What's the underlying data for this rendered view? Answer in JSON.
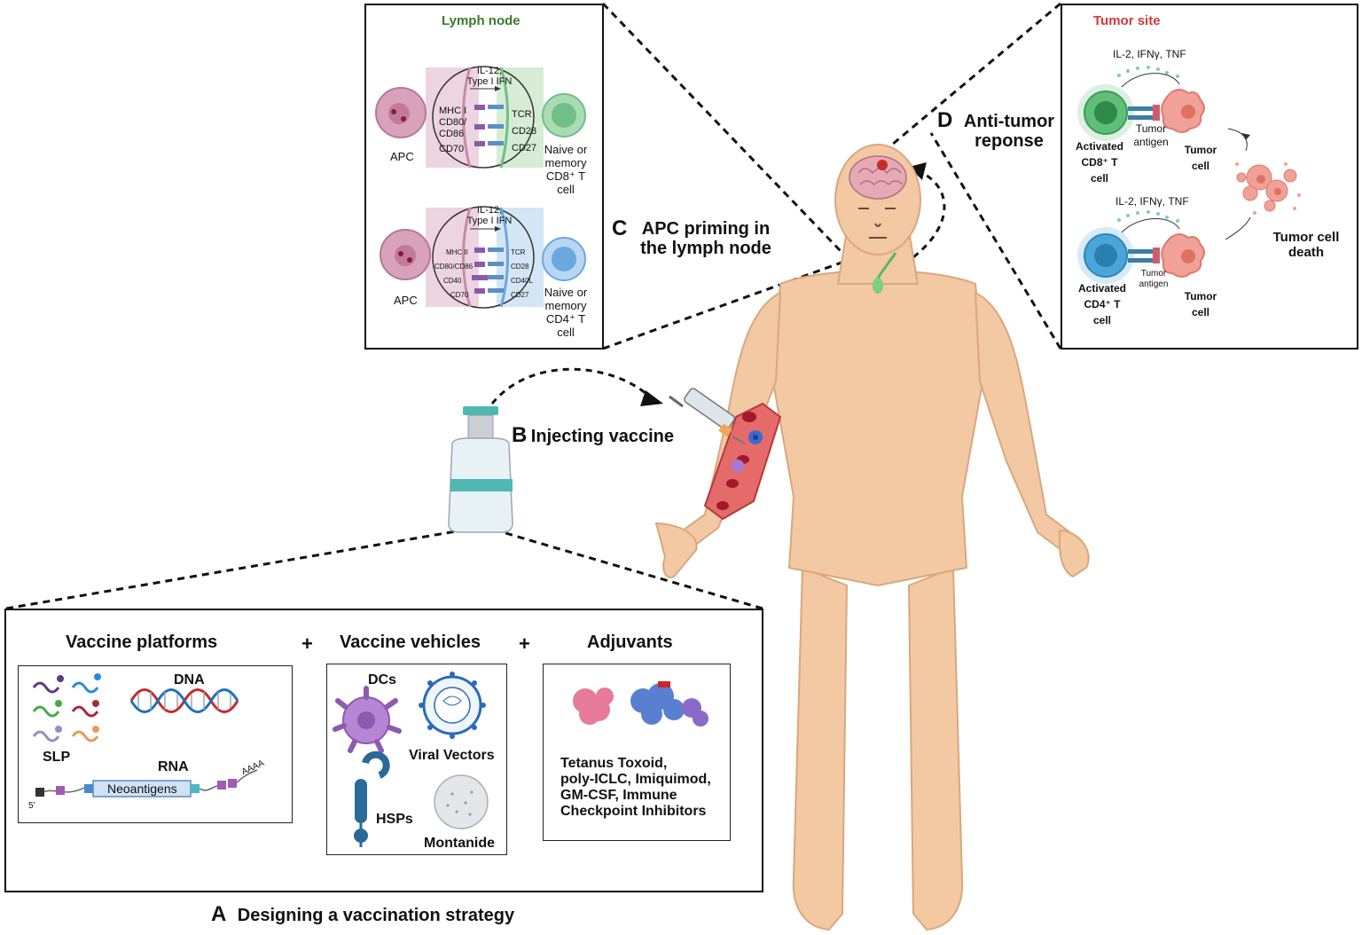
{
  "steps": {
    "a": {
      "letter": "A",
      "title": "Designing a vaccination strategy"
    },
    "b": {
      "letter": "B",
      "title": "Injecting vaccine"
    },
    "c": {
      "letter": "C",
      "title_line1": "APC priming in",
      "title_line2": "the lymph node"
    },
    "d": {
      "letter": "D",
      "title_line1": "Anti-tumor",
      "title_line2": "reponse"
    }
  },
  "lymph_node": {
    "title": "Lymph node",
    "top": {
      "apc": "APC",
      "signal": [
        "IL-12,",
        "Type I IFN"
      ],
      "left_labels": [
        "MHC I",
        "CD80/",
        "CD86",
        "CD70"
      ],
      "right_labels": [
        "TCR",
        "CD28",
        "CD27"
      ],
      "tcell": [
        "Naive or",
        "memory",
        "CD8⁺ T",
        "cell"
      ]
    },
    "bottom": {
      "apc": "APC",
      "signal": [
        "IL-12,",
        "Type I IFN"
      ],
      "left_labels": [
        "MHC II",
        "CD80/CD86",
        "CD40",
        "CD70"
      ],
      "right_labels": [
        "TCR",
        "CD28",
        "CD40L",
        "CD27"
      ],
      "tcell": [
        "Naive or",
        "memory",
        "CD4⁺ T",
        "cell"
      ]
    }
  },
  "tumor_site": {
    "title": "Tumor site",
    "top": {
      "cytokines": "IL-2, IFNγ, TNF",
      "tcell": [
        "Activated",
        "CD8⁺ T",
        "cell"
      ],
      "antigen": [
        "Tumor",
        "antigen"
      ],
      "tumor": [
        "Tumor",
        "cell"
      ]
    },
    "bottom": {
      "cytokines": "IL-2, IFNγ, TNF",
      "tcell": [
        "Activated",
        "CD4⁺ T",
        "cell"
      ],
      "antigen": [
        "Tumor",
        "antigen"
      ],
      "tumor": [
        "Tumor",
        "cell"
      ]
    },
    "death": [
      "Tumor cell",
      "death"
    ]
  },
  "strategy": {
    "plus": "+",
    "platforms": {
      "heading": "Vaccine platforms",
      "dna": "DNA",
      "slp": "SLP",
      "rna": "RNA",
      "neoantigens": "Neoantigens",
      "five_prime": "5'",
      "polya": "AAAA"
    },
    "vehicles": {
      "heading": "Vaccine vehicles",
      "dcs": "DCs",
      "viral": "Viral Vectors",
      "hsps": "HSPs",
      "montanide": "Montanide"
    },
    "adjuvants": {
      "heading": "Adjuvants",
      "list": [
        "Tetanus Toxoid,",
        "poly-ICLC, Imiquimod,",
        "GM-CSF, Immune",
        "Checkpoint Inhibitors"
      ]
    }
  },
  "colors": {
    "apc": "#c98aa8",
    "cd8": "#6fbf86",
    "cd4": "#6aa8e0",
    "tumor": "#e9877a",
    "skin": "#f2c9a3",
    "tumor_title": "#d43a3a",
    "lymph_title": "#3a7a2a"
  }
}
